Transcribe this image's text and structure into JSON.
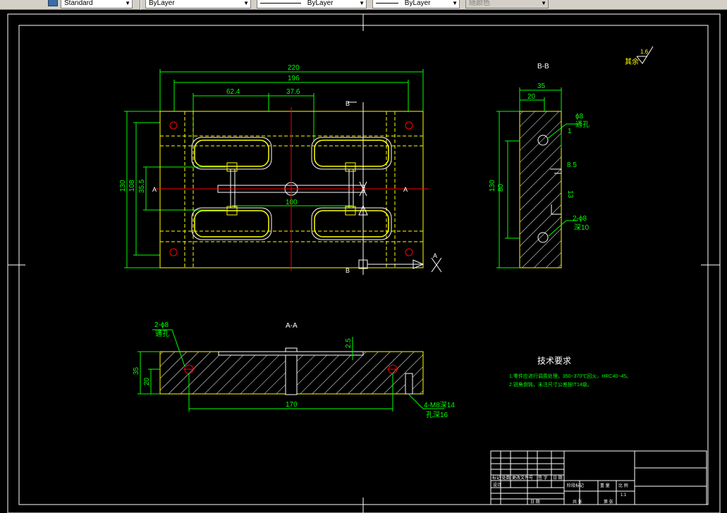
{
  "toolbar": {
    "text_style": "Standard",
    "layer": "ByLayer",
    "linetype": "ByLayer",
    "lineweight": "ByLayer",
    "color": "随颜色"
  },
  "drawing": {
    "surface_mark": "其余",
    "surface_value": "1.6",
    "top_view": {
      "dims": [
        "220",
        "196",
        "62.4",
        "37.6",
        "130",
        "108",
        "35.5",
        "100"
      ],
      "section_labels": [
        "B",
        "B",
        "A",
        "A",
        "A"
      ]
    },
    "side_view": {
      "title": "B-B",
      "dims": [
        "35",
        "20",
        "130",
        "80",
        "8.5",
        "13",
        "10"
      ],
      "notes": [
        "ϕ8",
        "通孔",
        "1",
        "2-ϕ8",
        "深10"
      ]
    },
    "front_view": {
      "title": "A-A",
      "dims": [
        "35",
        "20",
        "2.5",
        "170"
      ],
      "notes": [
        "2-ϕ8",
        "通孔",
        "4-M8深14",
        "孔深16"
      ]
    },
    "tech": {
      "title": "技术要求",
      "line1": "1.零件应进行调质处理，350~370℃回火，HRC40~45。",
      "line2": "2.锐角倒钝，未注尺寸公差按IT14级。"
    },
    "title_block": {
      "cell_a": "标记 处数",
      "cell_b": "更改文件号",
      "cell_c": "签 字",
      "cell_d": "日 期",
      "cell_e": "设计",
      "cell_f": "阶段标记",
      "cell_g": "重 量",
      "cell_h": "比 例",
      "scale": "1:1",
      "cell_i": "日 期",
      "cell_j": "共 张",
      "cell_k": "第 张"
    }
  }
}
